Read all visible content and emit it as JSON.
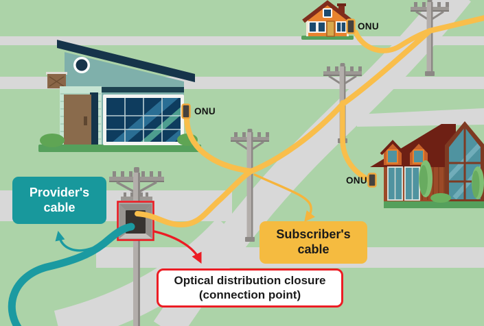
{
  "scene": {
    "background_color": "#acd3a8",
    "road_color": "#d8d8d8"
  },
  "callouts": {
    "provider": {
      "line1": "Provider's",
      "line2": "cable",
      "bg": "#18989c",
      "text_color": "#ffffff"
    },
    "subscriber": {
      "line1": "Subscriber's",
      "line2": "cable",
      "bg": "#f5bb40",
      "text_color": "#1a1a1a"
    },
    "closure": {
      "line1": "Optical distribution closure",
      "line2": "(connection point)",
      "bg": "#ffffff",
      "border_color": "#ec1c24",
      "text_color": "#1a1a1a"
    }
  },
  "onu_labels": [
    "ONU",
    "ONU",
    "ONU"
  ],
  "cables": {
    "provider_color": "#1b9aa1",
    "subscriber_color": "#f9be4b",
    "arrow_red_color": "#ec1c24"
  }
}
